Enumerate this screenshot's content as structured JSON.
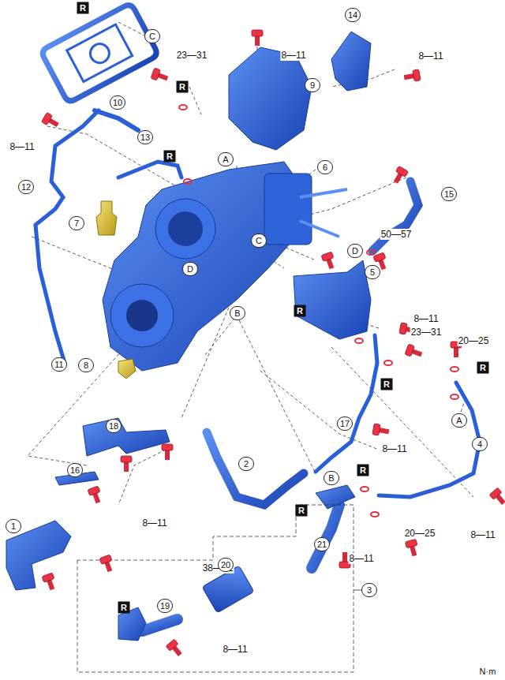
{
  "diagram": {
    "labels": [
      "R",
      "C",
      "8—11",
      "23—31",
      "R",
      "9",
      "14",
      "8—11",
      "10",
      "8—11",
      "13",
      "R",
      "A",
      "6",
      "12",
      "15",
      "7",
      "D",
      "C",
      "50—57",
      "R",
      "D",
      "5",
      "11",
      "23—31",
      "8—11",
      "B",
      "20—25",
      "R",
      "A",
      "R",
      "8",
      "17",
      "4",
      "8—11",
      "18",
      "16",
      "2",
      "R",
      "B",
      "20—25",
      "R",
      "8—11",
      "8—11",
      "1",
      "38—51",
      "8—11",
      "21",
      "20",
      "3",
      "R",
      "19",
      "8—11",
      "N·m"
    ]
  }
}
